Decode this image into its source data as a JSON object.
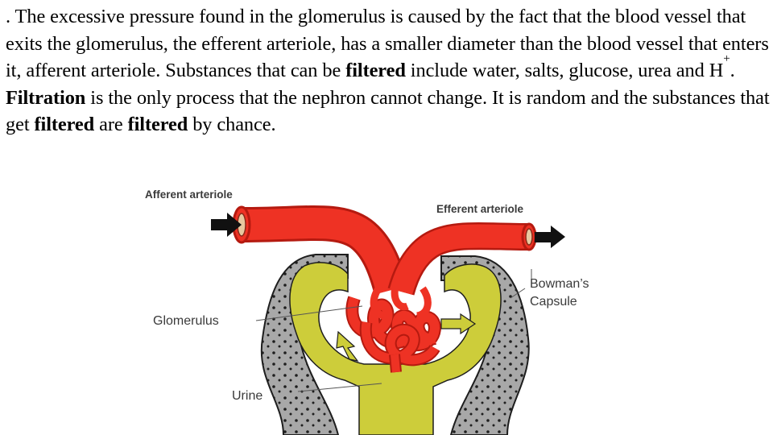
{
  "text": {
    "p1": ". The excessive pressure found in the glomerulus is caused by the fact that the blood vessel that exits the glomerulus, the efferent arteriole, has a smaller diameter than the blood vessel that enters it, afferent arteriole. Substances that can be ",
    "b1": "filtered",
    "p2": " include water, salts, glucose, urea and H",
    "sup": "+",
    "p3": ". ",
    "b2": "Filtration",
    "p4": " is the only process that the nephron cannot change. It is random and the substances that get ",
    "b3": "filtered",
    "p5": " are ",
    "b4": "filtered",
    "p6": " by chance."
  },
  "diagram": {
    "labels": {
      "afferent": "Afferent arteriole",
      "efferent": "Efferent arteriole",
      "bowmans_line1": "Bowman’s",
      "bowmans_line2": "Capsule",
      "glomerulus": "Glomerulus",
      "urine": "Urine"
    },
    "colors": {
      "vessel": "#ee3224",
      "vessel_edge": "#b51a10",
      "filtrate": "#cdcd3a",
      "capsule_wall": "#a8a8a8",
      "label_text": "#3a3a3a"
    }
  }
}
